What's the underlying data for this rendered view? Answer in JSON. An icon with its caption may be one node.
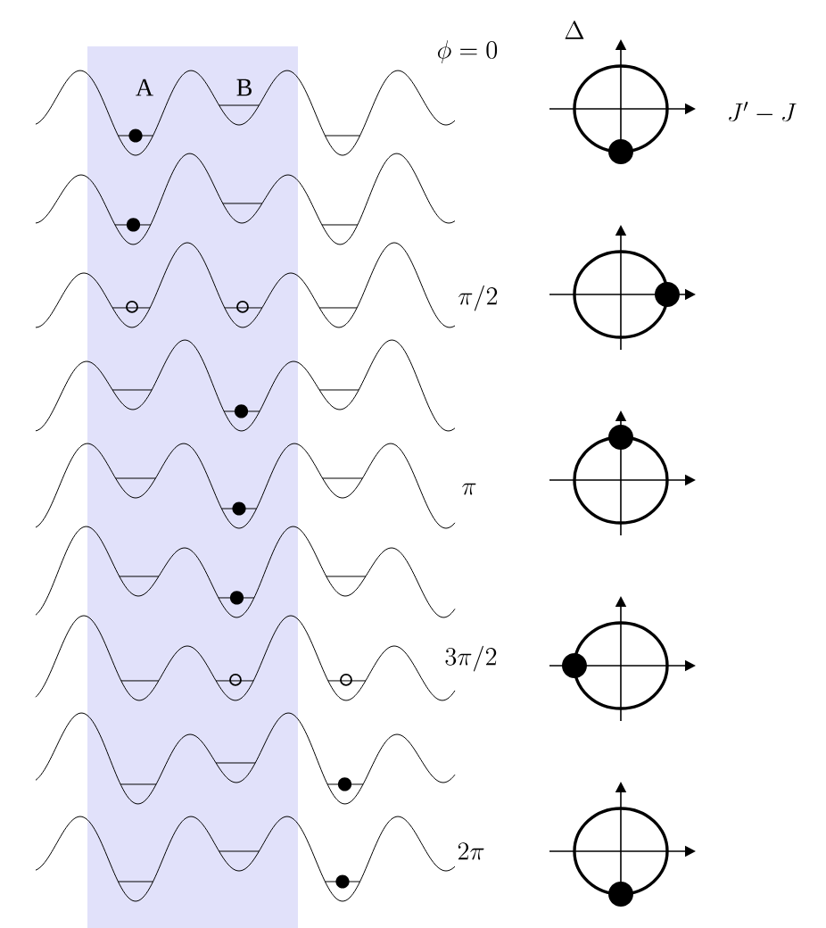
{
  "diagram": {
    "labels": [
      "\\Delta",
      "\\phi = 0",
      "A",
      "B",
      "J' - J",
      "\\pi/2",
      "\\pi",
      "3\\pi/2",
      "2\\pi"
    ]
  }
}
